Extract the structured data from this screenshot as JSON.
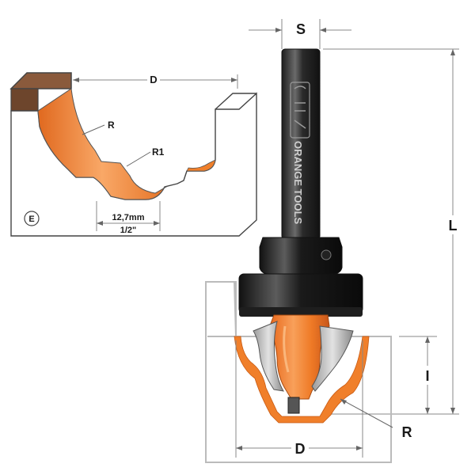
{
  "profile_diagram": {
    "label_D": "D",
    "label_R": "R",
    "label_R1": "R1",
    "label_metric": "12,7mm",
    "label_imperial": "1/2\"",
    "label_E": "E"
  },
  "bit_diagram": {
    "label_S": "S",
    "label_L": "L",
    "label_I": "I",
    "label_D": "D",
    "label_R": "R",
    "shank_text": "ORANGE TOOLS"
  },
  "colors": {
    "orange": "#f07f2a",
    "orange_dark": "#c85a12",
    "shank": "#3a3a3a",
    "line": "#bbbbbb"
  }
}
